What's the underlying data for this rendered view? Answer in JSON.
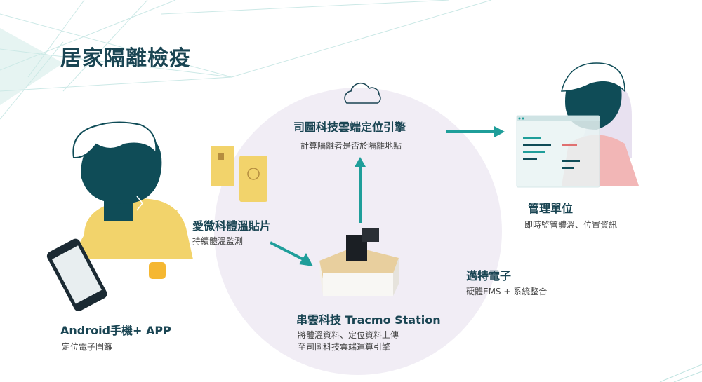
{
  "title": "居家隔離檢疫",
  "nodes": {
    "cloud": {
      "name": "司圖科技雲端定位引擎",
      "desc": "計算隔離者是否於隔離地點"
    },
    "patch": {
      "name": "愛微科體溫貼片",
      "desc": "持續體溫監測"
    },
    "station": {
      "name": "串雲科技 Tracmo Station",
      "desc_lines": [
        "將體溫資料、定位資料上傳",
        "至司圖科技雲端運算引擎"
      ]
    },
    "android": {
      "name": "Android手機+ APP",
      "desc": "定位電子圍籬"
    },
    "admin": {
      "name": "管理單位",
      "desc": "即時監管體溫、位置資訊"
    },
    "integrator": {
      "name": "邁特電子",
      "desc": "硬體EMS + 系統整合"
    }
  },
  "colors": {
    "accent": "#1f9e9a",
    "dark": "#0f4c57",
    "circle": "#f1edf5",
    "yellow": "#f2d36b",
    "pink": "#f2b6b6"
  },
  "icons": [
    "cloud-icon",
    "person-icon",
    "phone-icon",
    "patch-icon",
    "station-icon",
    "admin-icon",
    "screen-icon"
  ]
}
